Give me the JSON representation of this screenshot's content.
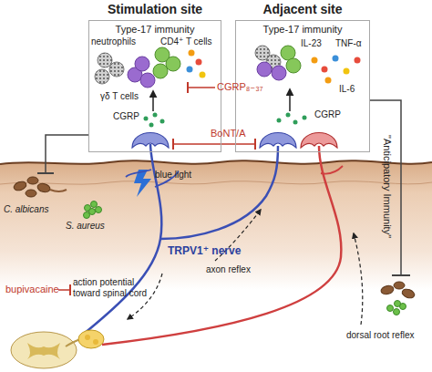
{
  "diagram": {
    "nodes": [
      {
        "text": [
          "Stimulation site",
          "Type-17 immunity"
        ]
      },
      {
        "text": [
          "Adjacent site",
          "Type-17 immunity"
        ]
      }
    ],
    "labels": [
      "neutrophils",
      "CD4⁺ T cells",
      "γδ T cells",
      "CGRP",
      "CGRP₈₋₃₇",
      "IL-23",
      "TNF-α",
      "IL-6",
      "CGRP",
      "BoNT/A",
      "\"Anticipatory Immunity\"",
      "blue light",
      "C. albicans",
      "S. aureus",
      "TRPV1⁺ nerve",
      "axon reflex",
      "bupivacaine",
      "action potential toward spinal cord",
      "dorsal root reflex"
    ]
  }
}
